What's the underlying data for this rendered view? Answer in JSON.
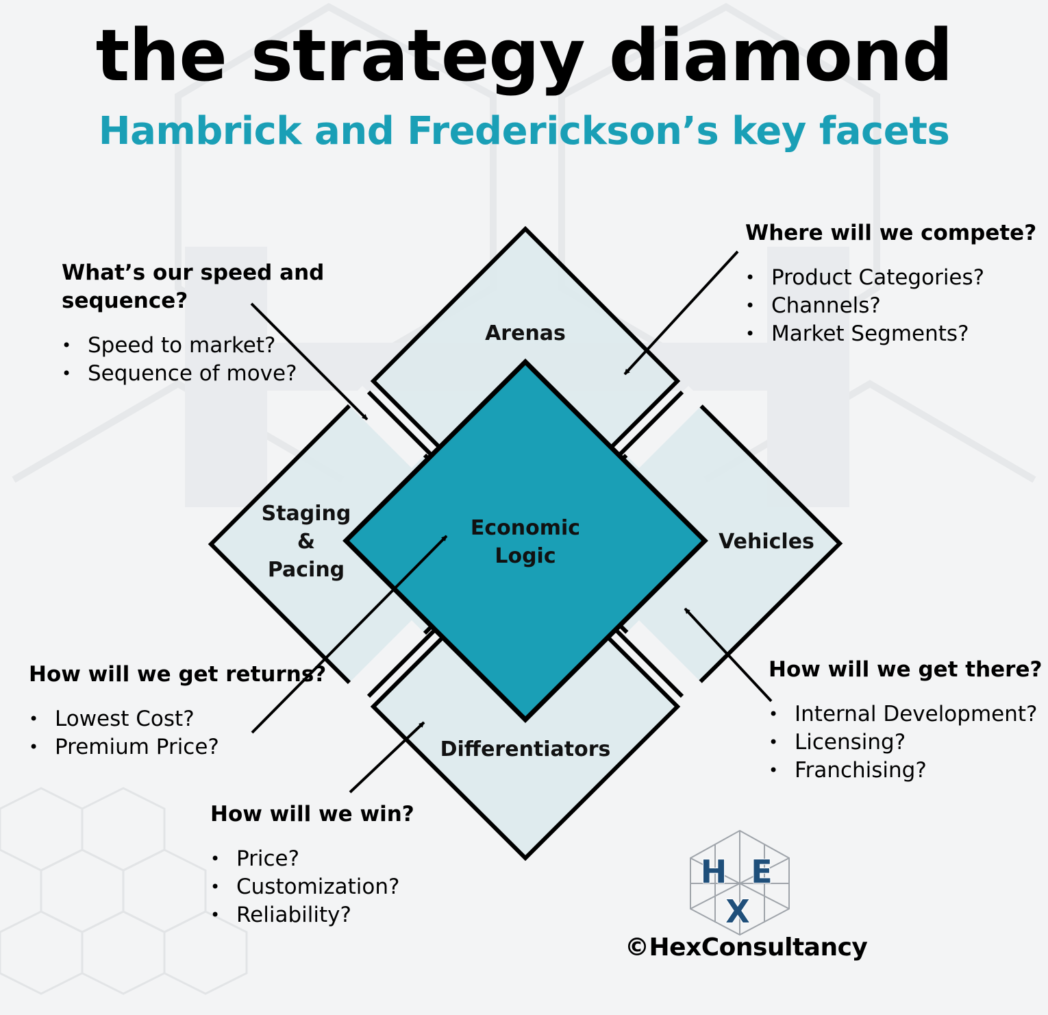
{
  "header": {
    "title": "the strategy diamond",
    "subtitle": "Hambrick and Frederickson’s key facets"
  },
  "facets": {
    "arenas": "Arenas",
    "staging": [
      "Staging",
      "&",
      "Pacing"
    ],
    "center": [
      "Economic",
      "Logic"
    ],
    "vehicles": "Vehicles",
    "differentiators": "Differentiators"
  },
  "blocks": {
    "arenas": {
      "question": "Where will we compete?",
      "items": [
        "Product Categories?",
        "Channels?",
        "Market Segments?"
      ]
    },
    "staging": {
      "question_lines": [
        "What’s our speed and",
        "sequence?"
      ],
      "items": [
        "Speed to market?",
        "Sequence of move?"
      ]
    },
    "economic_logic": {
      "question": "How will we get returns?",
      "items": [
        "Lowest Cost?",
        "Premium Price?"
      ]
    },
    "vehicles": {
      "question": "How will we get there?",
      "items": [
        "Internal Development?",
        "Licensing?",
        "Franchising?"
      ]
    },
    "differentiators": {
      "question": "How will we win?",
      "items": [
        "Price?",
        "Customization?",
        "Reliability?"
      ]
    }
  },
  "logo": {
    "letters": [
      "H",
      "E",
      "X"
    ]
  },
  "brand": "©HexConsultancy",
  "colors": {
    "accent": "#1a9fb6",
    "center_fill": "#1a9fb6",
    "facet_fill": "#dde9ed",
    "outline": "#000000"
  }
}
